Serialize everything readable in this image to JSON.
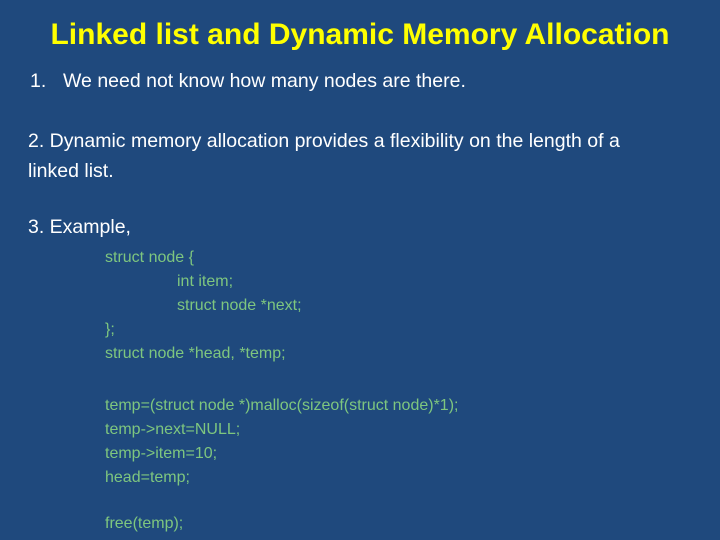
{
  "slide": {
    "title": "Linked list and Dynamic Memory Allocation",
    "item1": {
      "number": "1.",
      "text": "We need not know how many nodes are there."
    },
    "item2": "2. Dynamic memory allocation provides a flexibility on the length of a linked list.",
    "item3": "3. Example,",
    "code": {
      "lines": [
        "struct node {",
        "int item;",
        "struct node *next;",
        "};",
        "struct node *head, *temp;",
        "temp=(struct node *)malloc(sizeof(struct node)*1);",
        "temp->next=NULL;",
        "temp->item=10;",
        "head=temp;",
        "free(temp);"
      ]
    },
    "colors": {
      "background": "#1F497D",
      "title": "#FFFF00",
      "body_text": "#FFFFFF",
      "code_text": "#7EC67F"
    }
  }
}
